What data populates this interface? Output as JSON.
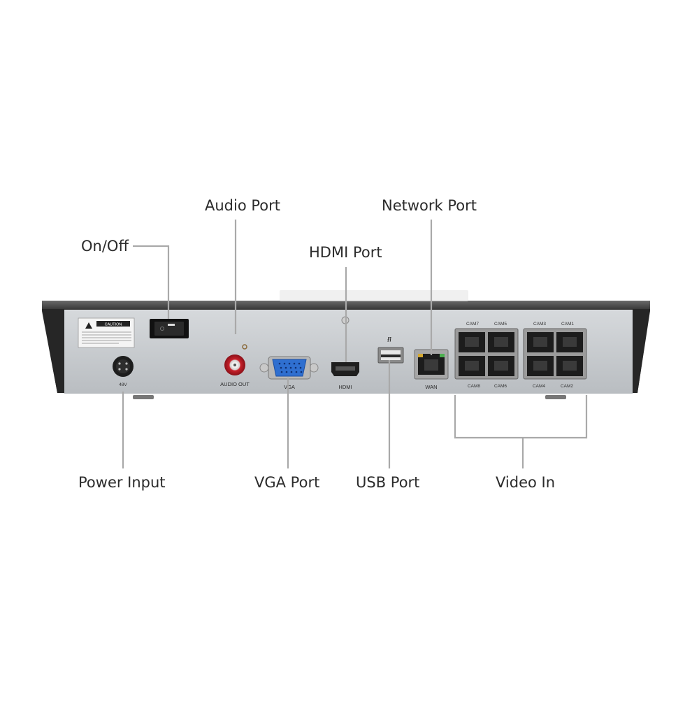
{
  "callouts": {
    "on_off": "On/Off",
    "audio_port": "Audio Port",
    "hdmi_port": "HDMI Port",
    "network_port": "Network Port",
    "power_input": "Power Input",
    "vga_port": "VGA Port",
    "usb_port": "USB Port",
    "video_in": "Video In"
  },
  "device_labels": {
    "caution": "CAUTION",
    "audio_out": "AUDIO OUT",
    "vga": "VGA",
    "hdmi": "HDMI",
    "wan": "WAN",
    "power_rating": "48V",
    "cams_top": [
      "CAM7",
      "CAM5",
      "CAM3",
      "CAM1"
    ],
    "cams_bottom": [
      "CAM8",
      "CAM6",
      "CAM4",
      "CAM2"
    ]
  },
  "colors": {
    "chassis": "#3c3c3c",
    "panel": "#c8cbce",
    "leader": "#a9a9a9",
    "vga_blue": "#2f6fd0",
    "rca_red": "#c8202a"
  }
}
